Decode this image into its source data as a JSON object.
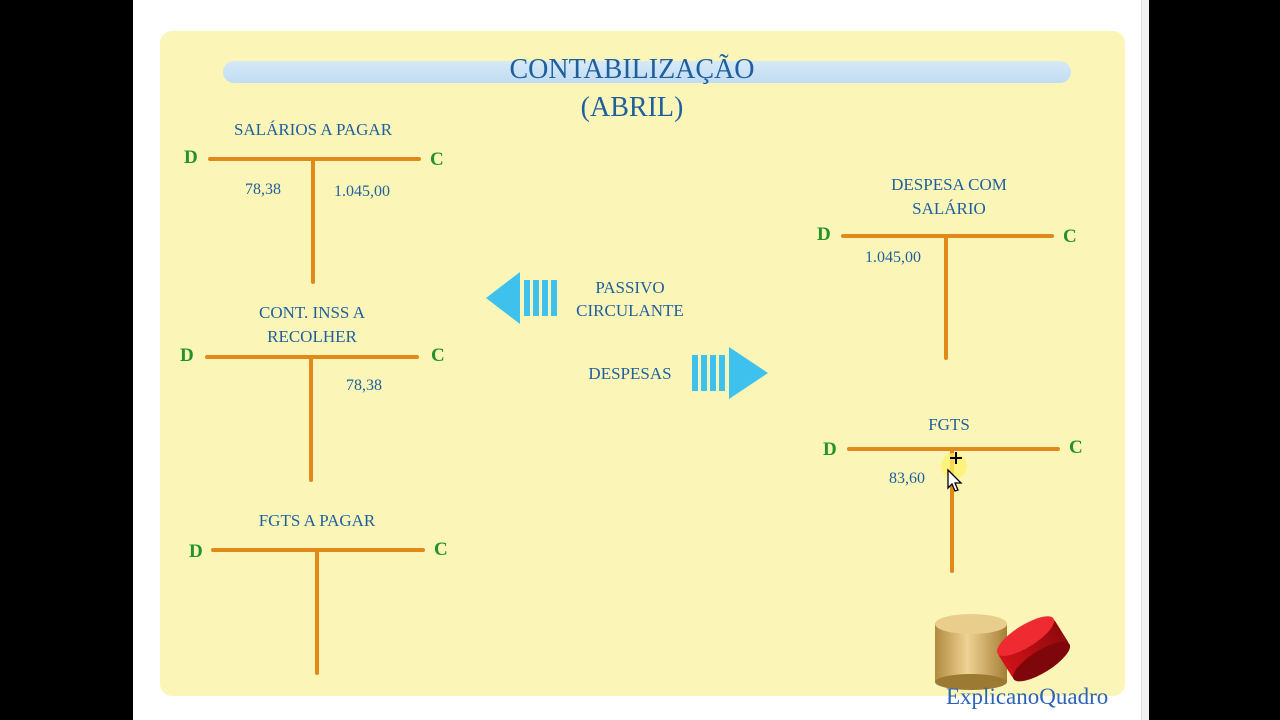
{
  "title": {
    "line1": "CONTABILIZAÇÃO",
    "line2": "(ABRIL)"
  },
  "debit_letter": "D",
  "credit_letter": "C",
  "accounts": {
    "salarios_a_pagar": {
      "label": "SALÁRIOS A PAGAR",
      "debit": "78,38",
      "credit": "1.045,00"
    },
    "cont_inss": {
      "label_line1": "CONT. INSS A",
      "label_line2": "RECOLHER",
      "credit": "78,38"
    },
    "fgts_a_pagar": {
      "label": "FGTS A PAGAR"
    },
    "despesa_salario": {
      "label_line1": "DESPESA COM",
      "label_line2": "SALÁRIO",
      "debit": "1.045,00"
    },
    "fgts": {
      "label": "FGTS",
      "debit": "83,60"
    }
  },
  "legend": {
    "passivo_line1": "PASSIVO",
    "passivo_line2": "CIRCULANTE",
    "despesas": "DESPESAS",
    "arrow_color": "#3fc1ee"
  },
  "colors": {
    "account_bar": "#e28a19",
    "text_blue": "#1f5f9e",
    "dc_green": "#249227",
    "slide_bg": "#fbf6b8"
  },
  "watermark": {
    "text": "ExplicanoQuadro"
  }
}
